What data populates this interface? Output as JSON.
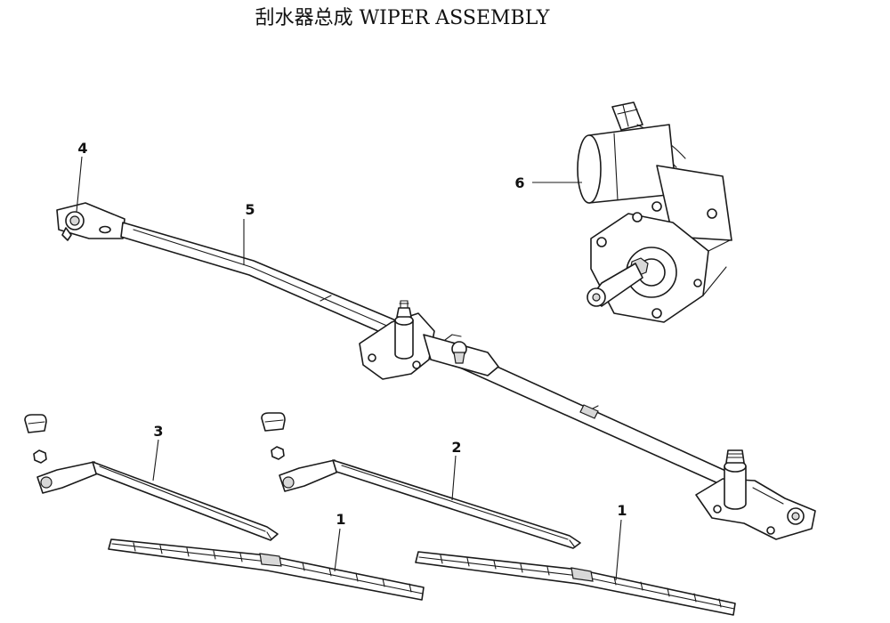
{
  "title": "刮水器总成 WIPER ASSEMBLY",
  "callouts": {
    "part_4": "4",
    "part_5": "5",
    "part_6": "6",
    "part_3": "3",
    "part_2": "2",
    "part_1_left": "1",
    "part_1_right": "1"
  }
}
